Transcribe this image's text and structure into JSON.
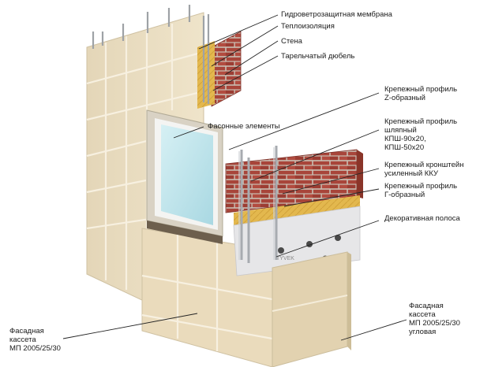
{
  "labels": {
    "membrane": "Гидроветрозащитная мембрана",
    "insulation": "Теплоизоляция",
    "wall": "Стена",
    "dowel": "Тарельчатый дюбель",
    "z_profile": "Крепежный профиль\nZ-образный",
    "shaped_elements": "Фасонные элементы",
    "hat_profile": "Крепежный профиль\nшляпный\nКПШ-90х20,\nКПШ-50х20",
    "bracket": "Крепежный кронштейн\nусиленный ККУ",
    "g_profile": "Крепежный профиль\nГ-образный",
    "decor_strip": "Декоративная полоса",
    "cassette_flat": "Фасадная\nкассета\nМП 2005/25/30",
    "cassette_corner": "Фасадная\nкассета\nМП 2005/25/30\nугловая",
    "tyvek_mark": "TYVEK"
  },
  "colors": {
    "panel": "#e9dcc0",
    "panel_shade": "#d8c8a6",
    "panel_seam": "#f6efdf",
    "brick": "#a8453a",
    "mortar": "#c9bfb3",
    "insulation": "#e3b84e",
    "membrane": "#e8e8ea",
    "metal": "#b9bcc0",
    "glass": "#bfe3ea",
    "frame": "#f4f4f2",
    "leader": "#222222"
  }
}
